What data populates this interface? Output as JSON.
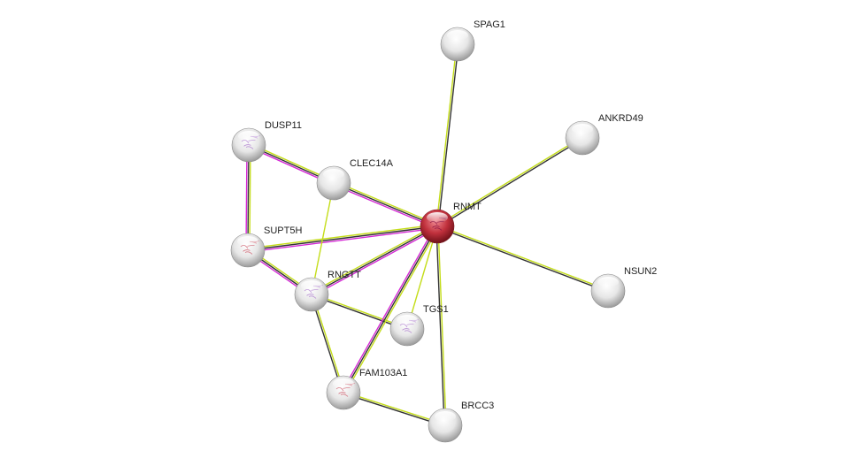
{
  "network": {
    "colors": {
      "textmining": "#c4dd1a",
      "coexpression": "#333333",
      "experiments": "#d52ad5",
      "query_node": "#c0303c",
      "node": "#e0e0e0"
    },
    "query": "RNMT",
    "nodes": [
      {
        "id": "SPAG1",
        "label": "SPAG1",
        "structure": false
      },
      {
        "id": "ANKRD49",
        "label": "ANKRD49",
        "structure": false
      },
      {
        "id": "RNMT",
        "label": "RNMT",
        "structure": true
      },
      {
        "id": "NSUN2",
        "label": "NSUN2",
        "structure": false
      },
      {
        "id": "DUSP11",
        "label": "DUSP11",
        "structure": true
      },
      {
        "id": "CLEC14A",
        "label": "CLEC14A",
        "structure": false
      },
      {
        "id": "SUPT5H",
        "label": "SUPT5H",
        "structure": true
      },
      {
        "id": "RNGTT",
        "label": "RNGTT",
        "structure": true
      },
      {
        "id": "TGS1",
        "label": "TGS1",
        "structure": true
      },
      {
        "id": "FAM103A1",
        "label": "FAM103A1",
        "structure": true
      },
      {
        "id": "BRCC3",
        "label": "BRCC3",
        "structure": false
      }
    ],
    "edges": [
      {
        "a": "RNMT",
        "b": "SPAG1",
        "types": [
          "textmining",
          "coexpression"
        ]
      },
      {
        "a": "RNMT",
        "b": "ANKRD49",
        "types": [
          "textmining",
          "coexpression"
        ]
      },
      {
        "a": "RNMT",
        "b": "NSUN2",
        "types": [
          "textmining",
          "coexpression"
        ]
      },
      {
        "a": "DUSP11",
        "b": "CLEC14A",
        "types": [
          "textmining",
          "coexpression",
          "experiments"
        ]
      },
      {
        "a": "CLEC14A",
        "b": "RNMT",
        "types": [
          "textmining",
          "coexpression",
          "experiments"
        ]
      },
      {
        "a": "DUSP11",
        "b": "SUPT5H",
        "types": [
          "textmining",
          "coexpression",
          "experiments"
        ]
      },
      {
        "a": "SUPT5H",
        "b": "RNMT",
        "types": [
          "textmining",
          "coexpression",
          "experiments"
        ]
      },
      {
        "a": "SUPT5H",
        "b": "RNGTT",
        "types": [
          "textmining",
          "coexpression",
          "experiments"
        ]
      },
      {
        "a": "RNGTT",
        "b": "RNMT",
        "types": [
          "textmining",
          "coexpression",
          "experiments"
        ]
      },
      {
        "a": "CLEC14A",
        "b": "RNGTT",
        "types": [
          "textmining"
        ]
      },
      {
        "a": "RNGTT",
        "b": "TGS1",
        "types": [
          "textmining",
          "coexpression"
        ]
      },
      {
        "a": "RNGTT",
        "b": "FAM103A1",
        "types": [
          "textmining",
          "coexpression"
        ]
      },
      {
        "a": "RNMT",
        "b": "FAM103A1",
        "types": [
          "textmining",
          "coexpression",
          "experiments"
        ]
      },
      {
        "a": "RNMT",
        "b": "TGS1",
        "types": [
          "textmining"
        ]
      },
      {
        "a": "RNMT",
        "b": "BRCC3",
        "types": [
          "textmining",
          "coexpression"
        ]
      },
      {
        "a": "FAM103A1",
        "b": "BRCC3",
        "types": [
          "textmining",
          "coexpression"
        ]
      }
    ]
  }
}
